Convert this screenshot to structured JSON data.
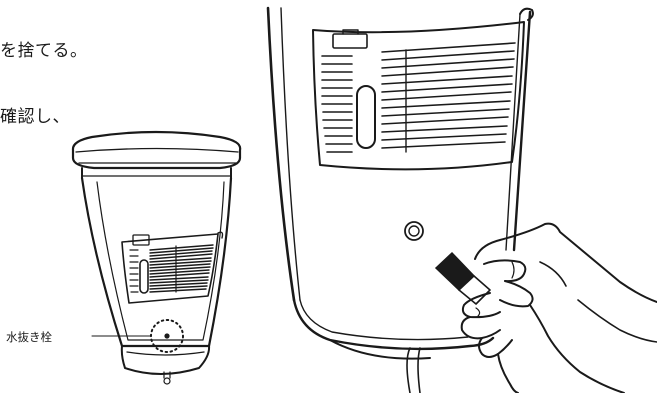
{
  "instructions": {
    "line1": "を捨てる。",
    "line2": "確認し、"
  },
  "callout": {
    "label": "水抜き栓"
  },
  "colors": {
    "ink": "#1a1a1a",
    "paper": "#ffffff"
  }
}
